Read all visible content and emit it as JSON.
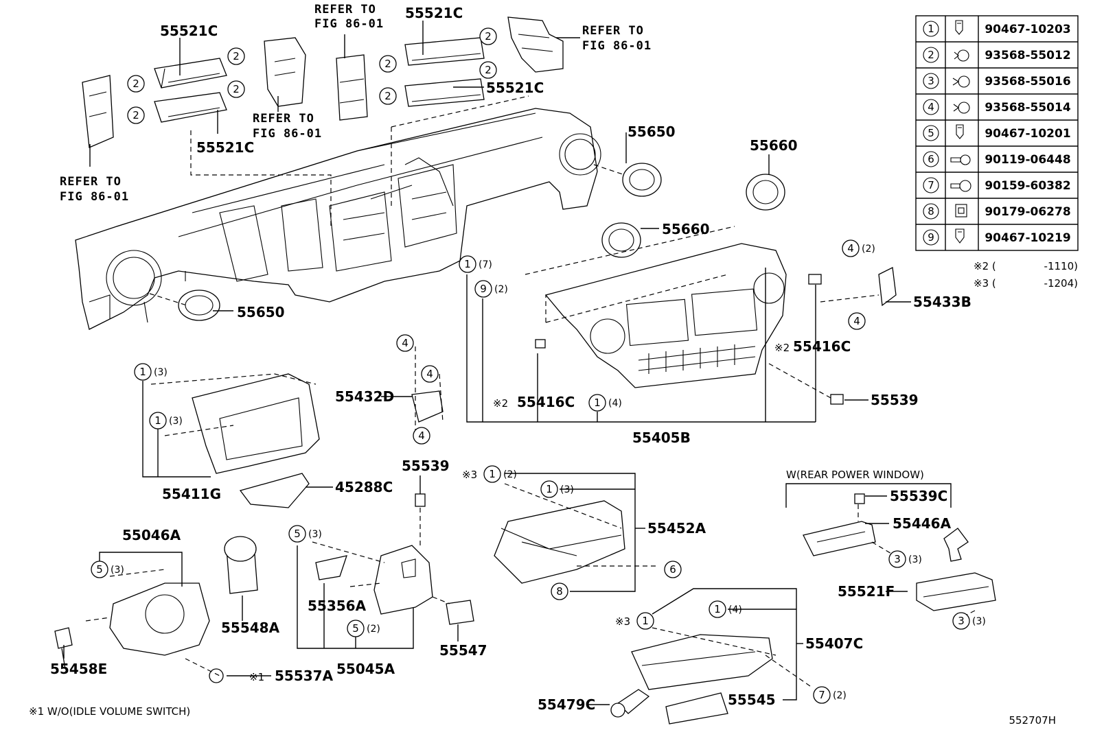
{
  "figure_code": "552707H",
  "footnote": "※1 W/O(IDLE VOLUME SWITCH)",
  "variant_label": "W(REAR POWER WINDOW)",
  "refer_text": [
    "REFER TO",
    "FIG 86-01"
  ],
  "fastener_table": [
    {
      "num": "1",
      "part": "90467-10203",
      "icon": "clip-icon"
    },
    {
      "num": "2",
      "part": "93568-55012",
      "icon": "screw-icon"
    },
    {
      "num": "3",
      "part": "93568-55016",
      "icon": "screw-icon"
    },
    {
      "num": "4",
      "part": "93568-55014",
      "icon": "screw-icon"
    },
    {
      "num": "5",
      "part": "90467-10201",
      "icon": "clip-icon"
    },
    {
      "num": "6",
      "part": "90119-06448",
      "icon": "bolt-icon"
    },
    {
      "num": "7",
      "part": "90159-60382",
      "icon": "bolt-icon"
    },
    {
      "num": "8",
      "part": "90179-06278",
      "icon": "nut-icon"
    },
    {
      "num": "9",
      "part": "90467-10219",
      "icon": "clip-icon"
    }
  ],
  "table_notes": [
    {
      "mark": "※2 (",
      "range": "-1110)"
    },
    {
      "mark": "※3 (",
      "range": "-1204)"
    }
  ],
  "part_labels": {
    "p55521c": "55521C",
    "p55650": "55650",
    "p55660": "55660",
    "p55433b": "55433B",
    "p55416c": "55416C",
    "p55539": "55539",
    "p55432d": "55432D",
    "p55405b": "55405B",
    "p55411g": "55411G",
    "p45288c": "45288C",
    "p55046a": "55046A",
    "p55548a": "55548A",
    "p55458e": "55458E",
    "p55537a": "55537A",
    "p55356a": "55356A",
    "p55045a": "55045A",
    "p55547": "55547",
    "p55452a": "55452A",
    "p55539c": "55539C",
    "p55446a": "55446A",
    "p55521f": "55521F",
    "p55407c": "55407C",
    "p55479c": "55479C",
    "p55545": "55545"
  },
  "marks": {
    "m1": "※1",
    "m2": "※2",
    "m3": "※3"
  },
  "callouts": {
    "c1": "1",
    "c2": "2",
    "c3": "3",
    "c4": "4",
    "c5": "5",
    "c6": "6",
    "c7": "7",
    "c8": "8",
    "c9": "9"
  },
  "quantities": {
    "q2": "(2)",
    "q3": "(3)",
    "q4": "(4)",
    "q7": "(7)"
  }
}
